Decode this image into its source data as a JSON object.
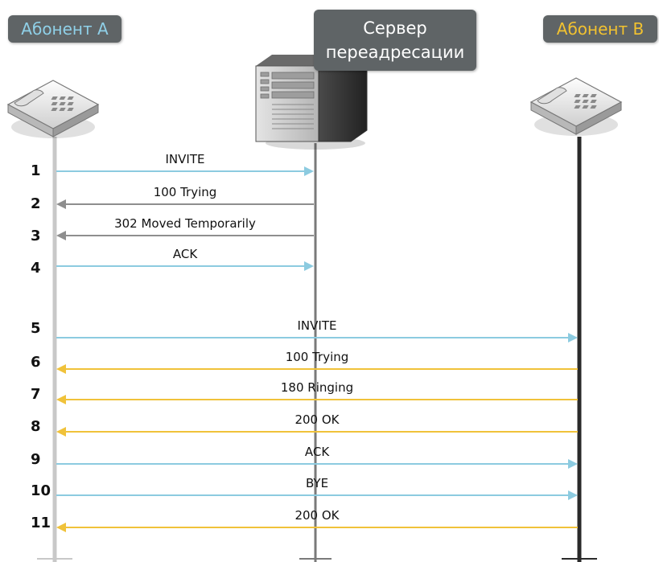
{
  "participants": {
    "a": {
      "label": "Абонент А",
      "color": "#8fd0e8"
    },
    "server": {
      "label_line1": "Сервер",
      "label_line2": "переадресации",
      "color": "#ffffff"
    },
    "b": {
      "label": "Абонент В",
      "color": "#f2c230"
    }
  },
  "colors": {
    "blue": "#8ccbe0",
    "gray": "#8e8e8e",
    "yellow": "#f0c23a",
    "line_a": "#c8c8c8",
    "line_server": "#7a7a7a",
    "line_b": "#2a2a2a"
  },
  "steps": [
    {
      "n": "1",
      "label": "INVITE",
      "from": "a",
      "to": "server",
      "color": "blue"
    },
    {
      "n": "2",
      "label": "100 Trying",
      "from": "server",
      "to": "a",
      "color": "gray"
    },
    {
      "n": "3",
      "label": "302 Moved Temporarily",
      "from": "server",
      "to": "a",
      "color": "gray"
    },
    {
      "n": "4",
      "label": "ACK",
      "from": "a",
      "to": "server",
      "color": "blue"
    },
    {
      "n": "5",
      "label": "INVITE",
      "from": "a",
      "to": "b",
      "color": "blue"
    },
    {
      "n": "6",
      "label": "100 Trying",
      "from": "b",
      "to": "a",
      "color": "yellow"
    },
    {
      "n": "7",
      "label": "180 Ringing",
      "from": "b",
      "to": "a",
      "color": "yellow"
    },
    {
      "n": "8",
      "label": "200 OK",
      "from": "b",
      "to": "a",
      "color": "yellow"
    },
    {
      "n": "9",
      "label": "ACK",
      "from": "a",
      "to": "b",
      "color": "blue"
    },
    {
      "n": "10",
      "label": "BYE",
      "from": "a",
      "to": "b",
      "color": "blue"
    },
    {
      "n": "11",
      "label": "200 OK",
      "from": "b",
      "to": "a",
      "color": "yellow"
    }
  ]
}
